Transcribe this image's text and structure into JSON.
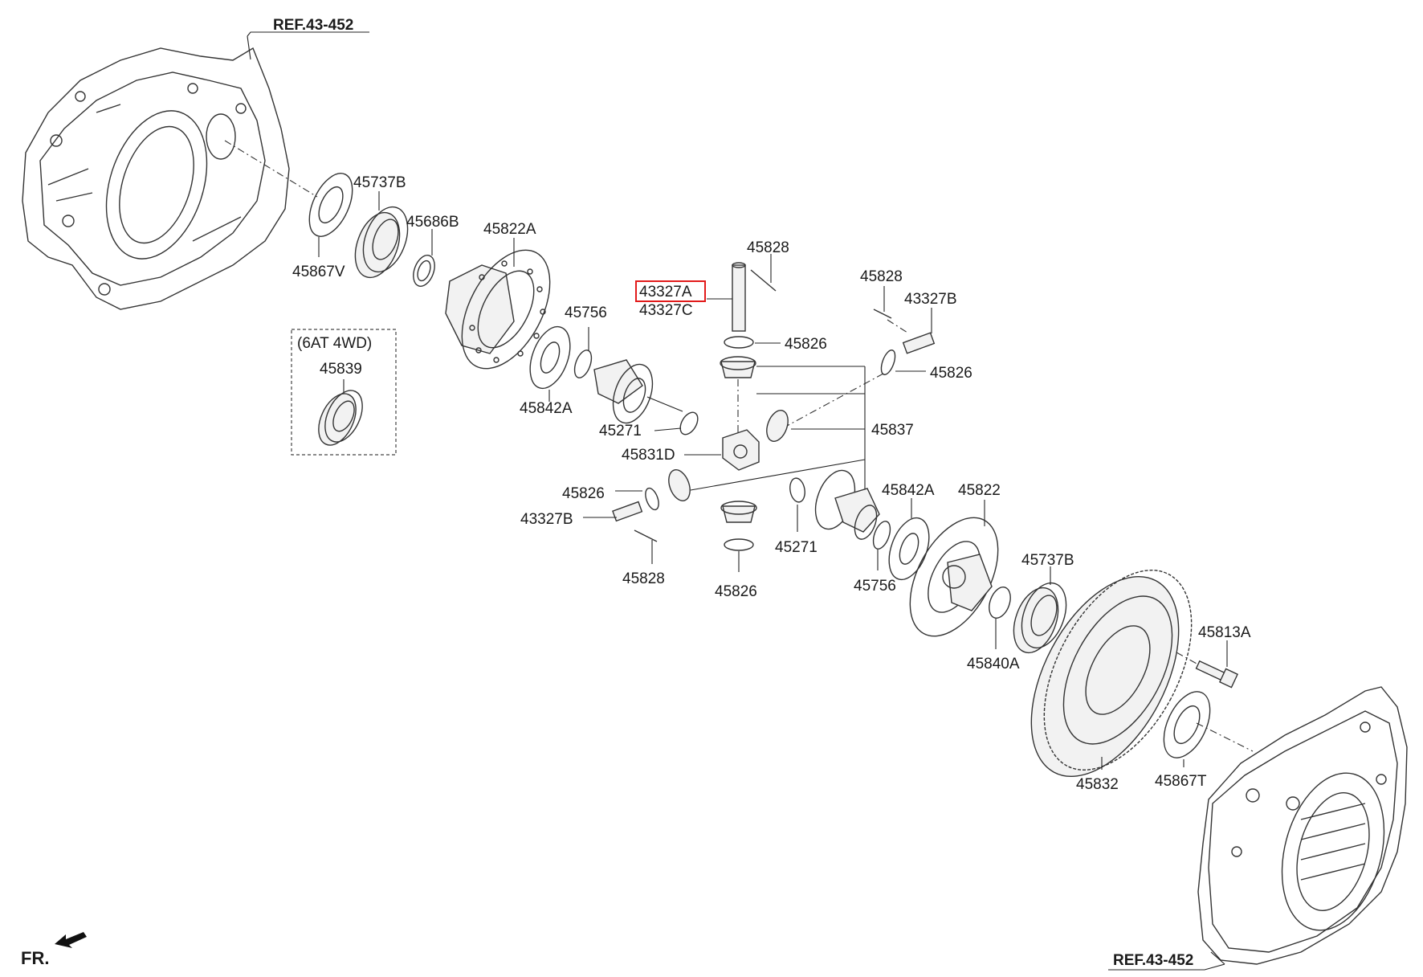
{
  "references": {
    "top": "REF.43-452",
    "bottom": "REF.43-452"
  },
  "direction_label": "FR.",
  "option_box": {
    "title": "(6AT 4WD)",
    "part": "45839"
  },
  "highlighted_part": "43327A",
  "labels": {
    "l45737B_top": "45737B",
    "l45686B": "45686B",
    "l45822A": "45822A",
    "l45867V": "45867V",
    "l45828_top": "45828",
    "l43327A": "43327A",
    "l43327C": "43327C",
    "l45828_right": "45828",
    "l43327B_right": "43327B",
    "l45756_top": "45756",
    "l45826_a": "45826",
    "l45826_b": "45826",
    "l45842A_left": "45842A",
    "l45271_left": "45271",
    "l45837": "45837",
    "l45831D": "45831D",
    "l45826_c": "45826",
    "l43327B_left": "43327B",
    "l45828_bottom": "45828",
    "l45826_d": "45826",
    "l45271_right": "45271",
    "l45842A_right": "45842A",
    "l45822": "45822",
    "l45756_bottom": "45756",
    "l45737B_bottom": "45737B",
    "l45840A": "45840A",
    "l45813A": "45813A",
    "l45832": "45832",
    "l45867T": "45867T"
  },
  "icons": [
    "transmission-housing-icon",
    "bearing-icon",
    "gear-icon",
    "washer-icon",
    "arrow-icon"
  ]
}
